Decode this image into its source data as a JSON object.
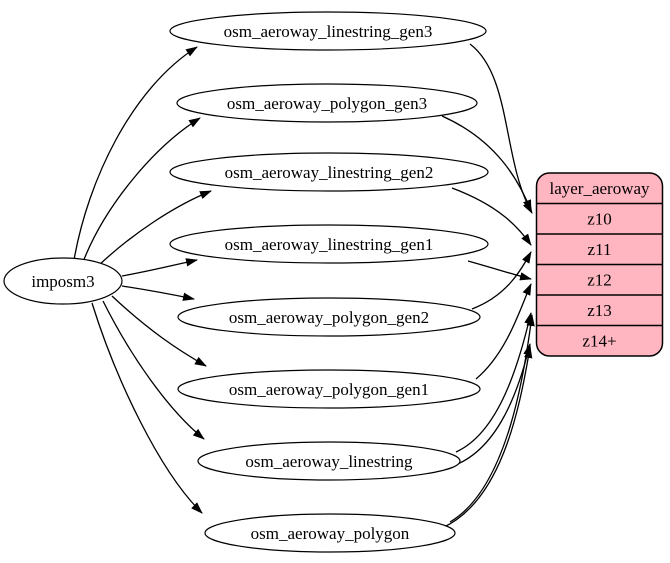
{
  "source": {
    "label": "imposm3"
  },
  "tables": [
    {
      "label": "osm_aeroway_linestring_gen3"
    },
    {
      "label": "osm_aeroway_polygon_gen3"
    },
    {
      "label": "osm_aeroway_linestring_gen2"
    },
    {
      "label": "osm_aeroway_linestring_gen1"
    },
    {
      "label": "osm_aeroway_polygon_gen2"
    },
    {
      "label": "osm_aeroway_polygon_gen1"
    },
    {
      "label": "osm_aeroway_linestring"
    },
    {
      "label": "osm_aeroway_polygon"
    }
  ],
  "layer": {
    "header": "layer_aeroway",
    "rows": [
      {
        "label": "z10"
      },
      {
        "label": "z11"
      },
      {
        "label": "z12"
      },
      {
        "label": "z13"
      },
      {
        "label": "z14+"
      }
    ]
  },
  "colors": {
    "layer_fill": "#FFB6C1",
    "table_fill": "#FFFFFF",
    "edge": "#000000"
  },
  "edges": [
    {
      "from": "imposm3",
      "to": "osm_aeroway_linestring_gen3"
    },
    {
      "from": "imposm3",
      "to": "osm_aeroway_polygon_gen3"
    },
    {
      "from": "imposm3",
      "to": "osm_aeroway_linestring_gen2"
    },
    {
      "from": "imposm3",
      "to": "osm_aeroway_linestring_gen1"
    },
    {
      "from": "imposm3",
      "to": "osm_aeroway_polygon_gen2"
    },
    {
      "from": "imposm3",
      "to": "osm_aeroway_polygon_gen1"
    },
    {
      "from": "imposm3",
      "to": "osm_aeroway_linestring"
    },
    {
      "from": "imposm3",
      "to": "osm_aeroway_polygon"
    },
    {
      "from": "osm_aeroway_linestring_gen3",
      "to": "layer_aeroway:z10"
    },
    {
      "from": "osm_aeroway_polygon_gen3",
      "to": "layer_aeroway:z10"
    },
    {
      "from": "osm_aeroway_linestring_gen2",
      "to": "layer_aeroway:z11"
    },
    {
      "from": "osm_aeroway_polygon_gen2",
      "to": "layer_aeroway:z11"
    },
    {
      "from": "osm_aeroway_linestring_gen1",
      "to": "layer_aeroway:z12"
    },
    {
      "from": "osm_aeroway_polygon_gen1",
      "to": "layer_aeroway:z12"
    },
    {
      "from": "osm_aeroway_linestring",
      "to": "layer_aeroway:z13"
    },
    {
      "from": "osm_aeroway_polygon",
      "to": "layer_aeroway:z13"
    },
    {
      "from": "osm_aeroway_linestring",
      "to": "layer_aeroway:z14+"
    },
    {
      "from": "osm_aeroway_polygon",
      "to": "layer_aeroway:z14+"
    }
  ]
}
